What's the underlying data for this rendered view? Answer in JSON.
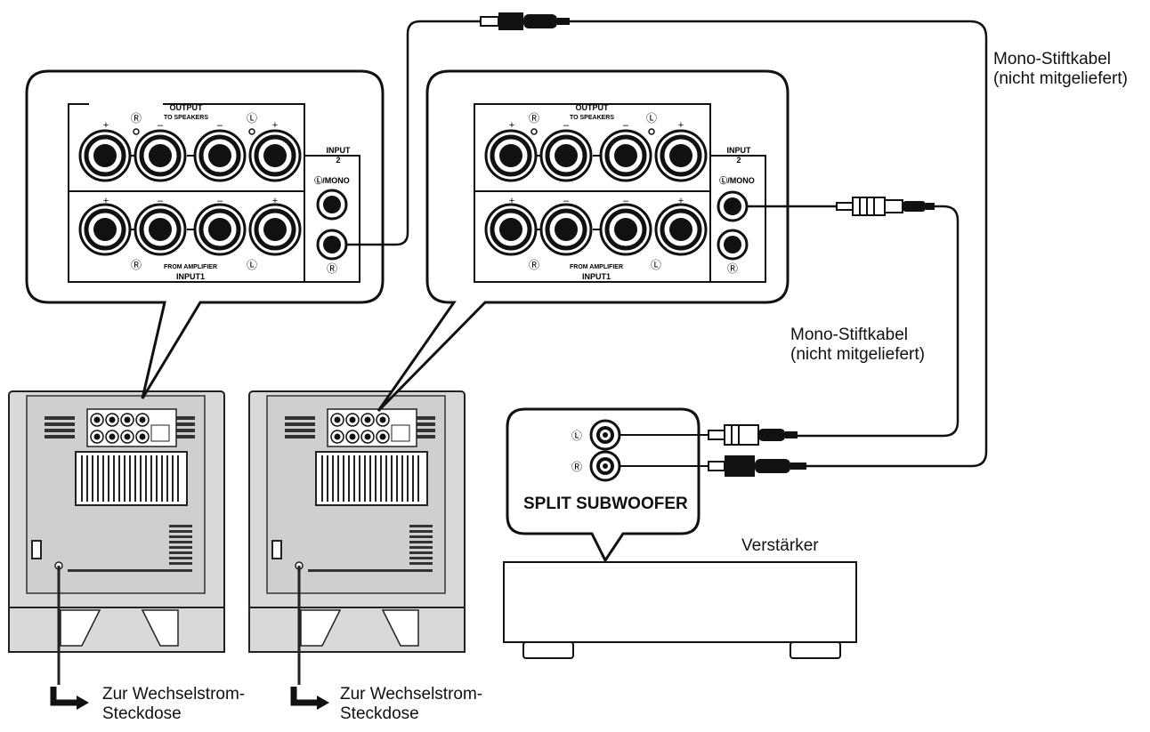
{
  "panel_labels": {
    "output": "OUTPUT",
    "to_speakers": "TO SPEAKERS",
    "from_amplifier": "FROM AMPLIFIER",
    "input1": "INPUT1",
    "input2_a": "INPUT",
    "input2_b": "2",
    "l_mono": "Ⓛ/MONO",
    "r": "Ⓡ",
    "l": "Ⓛ",
    "plus": "+",
    "minus": "–"
  },
  "cable_label_top": [
    "Mono-Stiftkabel",
    "(nicht mitgeliefert)"
  ],
  "cable_label_mid": [
    "Mono-Stiftkabel",
    "(nicht mitgeliefert)"
  ],
  "split_subwoofer": "SPLIT SUBWOOFER",
  "amplifier_label": "Verstärker",
  "outlet_label_left": [
    "Zur Wechselstrom-",
    "Steckdose"
  ],
  "outlet_label_right": [
    "Zur Wechselstrom-",
    "Steckdose"
  ],
  "amp_jack_left": "Ⓛ",
  "amp_jack_right": "Ⓡ"
}
